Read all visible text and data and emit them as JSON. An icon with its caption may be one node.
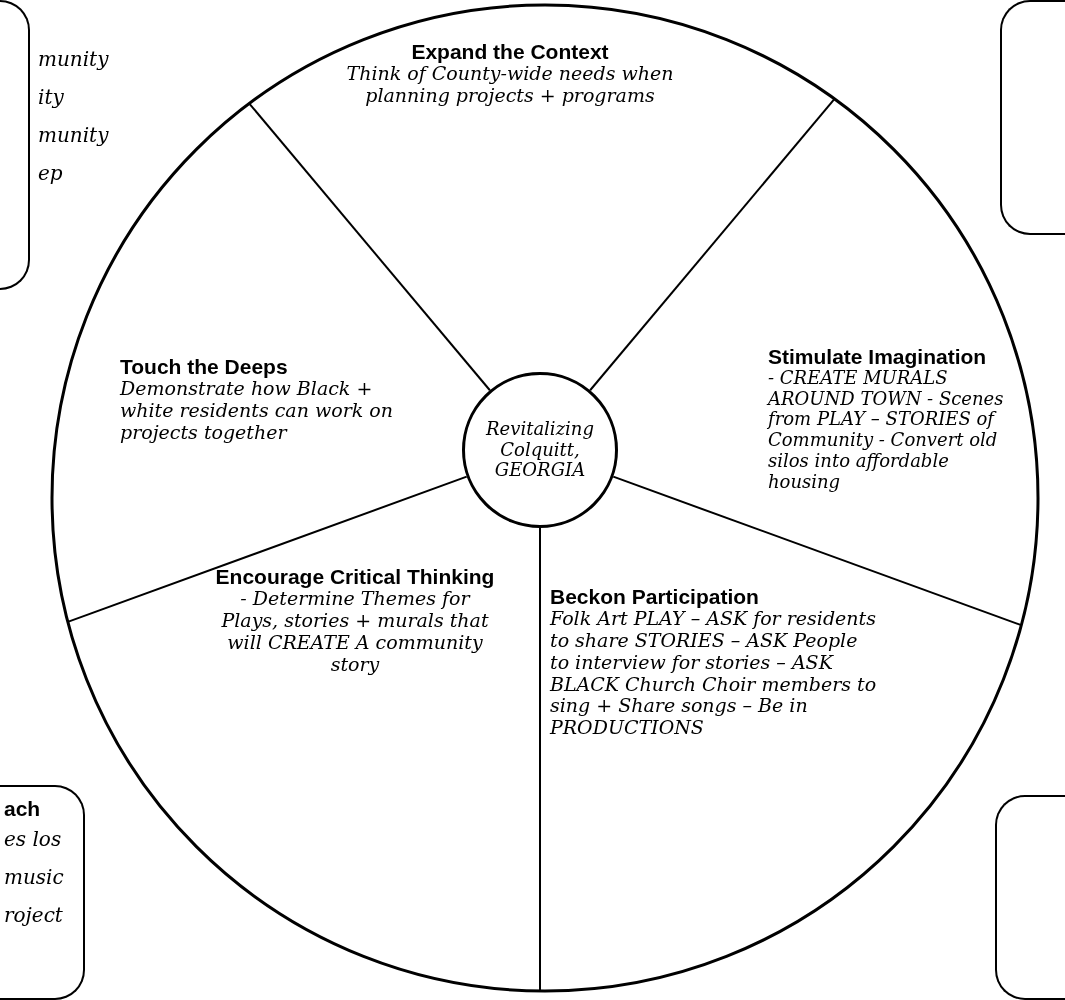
{
  "diagram": {
    "nodes": [
      {
        "text": [],
        "shape": "circle"
      },
      {
        "text": [
          "Expand the Context",
          "Think of County-wide needs when planning projects + programs"
        ],
        "in": 0
      },
      {
        "text": [
          "Touch the Deeps",
          "Demonstrate how Black + white residents can work on projects together"
        ],
        "in": 0
      },
      {
        "text": [
          "Revitalizing Colquitt, GEORGIA"
        ],
        "in": 0
      },
      {
        "text": [
          "Stimulate Imagination",
          "- CREATE MURALS AROUND TOWN - Scenes from PLAY – STORIES of Community - Convert old silos into affordable housing"
        ],
        "in": 0
      },
      {
        "text": [
          "Encourage Critical Thinking",
          "- Determine Themes for Plays, stories + murals that will CREATE A community story"
        ],
        "in": 0
      },
      {
        "text": [
          "Beckon Participation",
          "Folk Art PLAY – ASK for residents to share STORIES – ASK People to interview for stories – ASK BLACK Church Choir members to sing + Share songs – Be in PRODUCTIONS"
        ],
        "in": 0
      },
      {
        "text": [
          "munity ity munity ep"
        ]
      },
      {
        "text": [],
        "shape": "box"
      },
      {
        "text": [
          "ach",
          "es los music roject"
        ]
      },
      {
        "text": [],
        "shape": "box"
      }
    ]
  }
}
